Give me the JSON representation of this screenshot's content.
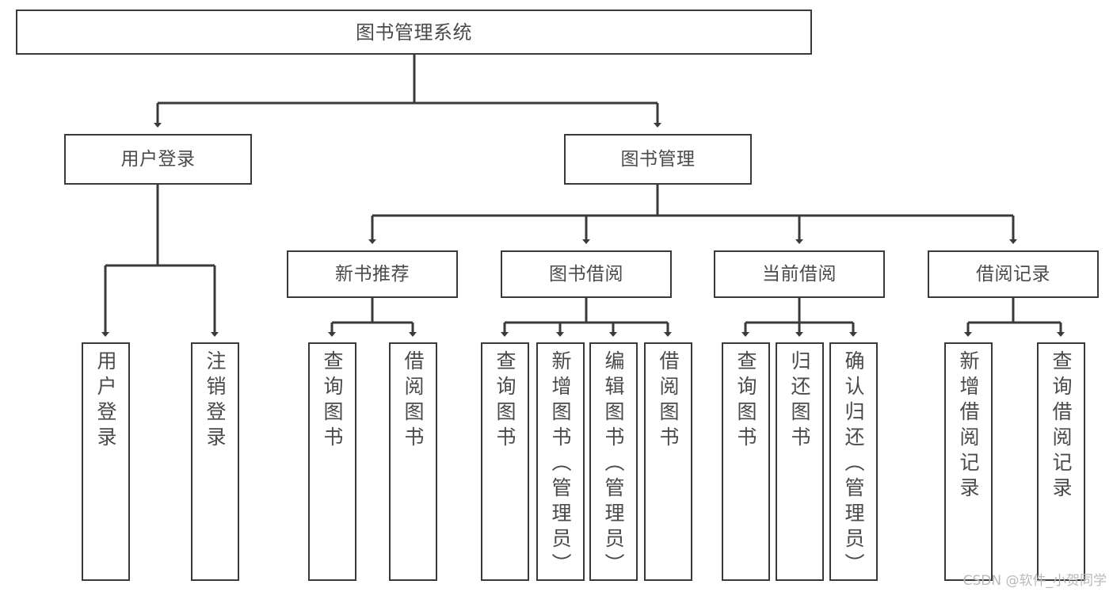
{
  "diagram": {
    "title": "图书管理系统",
    "type": "tree",
    "watermark": "CSDN @软件_小贺同学",
    "colors": {
      "border": "#3a3a3a",
      "text": "#4a4a4a",
      "background": "#ffffff",
      "edge": "#3a3a3a",
      "watermark": "#b9b9b9"
    },
    "root": {
      "label": "图书管理系统"
    },
    "level1": [
      {
        "label": "用户登录"
      },
      {
        "label": "图书管理"
      }
    ],
    "level2": [
      {
        "label": "新书推荐"
      },
      {
        "label": "图书借阅"
      },
      {
        "label": "当前借阅"
      },
      {
        "label": "借阅记录"
      }
    ],
    "leaves": {
      "user_login": [
        {
          "label": "用户登录"
        },
        {
          "label": "注销登录"
        }
      ],
      "new_book_recommend": [
        {
          "label": "查询图书"
        },
        {
          "label": "借阅图书"
        }
      ],
      "book_borrow": [
        {
          "label": "查询图书"
        },
        {
          "label": "新增图书（管理员）"
        },
        {
          "label": "编辑图书（管理员）"
        },
        {
          "label": "借阅图书"
        }
      ],
      "current_borrow": [
        {
          "label": "查询图书"
        },
        {
          "label": "归还图书"
        },
        {
          "label": "确认归还（管理员）"
        }
      ],
      "borrow_record": [
        {
          "label": "新增借阅记录"
        },
        {
          "label": "查询借阅记录"
        }
      ]
    }
  }
}
